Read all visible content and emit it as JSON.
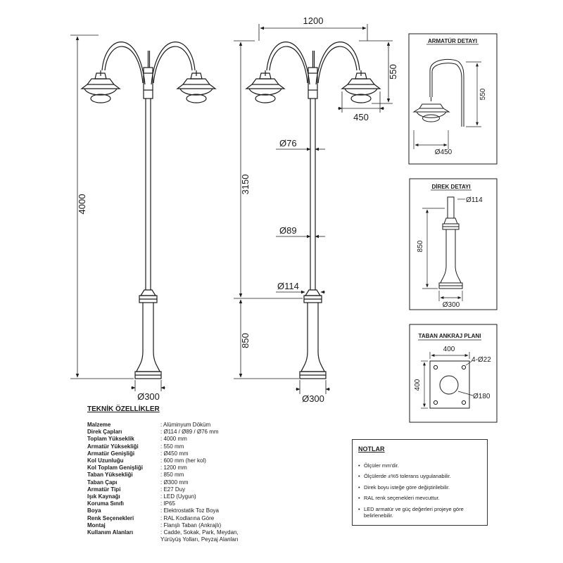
{
  "left_view": {
    "height_label": "4000",
    "base_label": "Ø300"
  },
  "right_view": {
    "width_label": "1200",
    "lamp_height_label": "550",
    "lamp_width_label": "450",
    "upper_height_label": "3150",
    "lower_height_label": "850",
    "dia_top_label": "Ø76",
    "dia_mid_label": "Ø89",
    "dia_bottom_label": "Ø114",
    "base_label": "Ø300"
  },
  "panels": {
    "armatur": {
      "title": "ARMATÜR DETAYI",
      "height_label": "550",
      "width_label": "Ø450"
    },
    "direk": {
      "title": "DİREK DETAYI",
      "top_label": "Ø114",
      "height_label": "850",
      "base_label": "Ø300"
    },
    "taban": {
      "title": "TABAN ANKRAJ PLANI",
      "width_label": "400",
      "height_label": "400",
      "hole_label": "4-Ø22",
      "center_label": "Ø180"
    }
  },
  "specs": {
    "title": "TEKNİK ÖZELLİKLER",
    "rows": [
      {
        "label": "Malzeme",
        "value": ": Alüminyum Döküm"
      },
      {
        "label": "Direk Çapları",
        "value": ": Ø114 / Ø89 / Ø76 mm"
      },
      {
        "label": "Toplam Yükseklik",
        "value": ": 4000 mm"
      },
      {
        "label": "Armatür Yüksekliği",
        "value": ": 550 mm"
      },
      {
        "label": "Armatür Genişliği",
        "value": ": Ø450 mm"
      },
      {
        "label": "Kol Uzunluğu",
        "value": ": 600 mm (her kol)"
      },
      {
        "label": "Kol Toplam Genişliği",
        "value": ": 1200 mm"
      },
      {
        "label": "Taban Yüksekliği",
        "value": ": 850 mm"
      },
      {
        "label": "Taban Çapı",
        "value": ": Ø300 mm"
      },
      {
        "label": "Armatür Tipi",
        "value": ": E27 Duy"
      },
      {
        "label": "Işık Kaynağı",
        "value": ": LED (Uygun)"
      },
      {
        "label": "Koruma Sınıfı",
        "value": ": IP65"
      },
      {
        "label": "Boya",
        "value": ": Elektrostatik Toz Boya"
      },
      {
        "label": "Renk Seçenekleri",
        "value": ": RAL Kodlarına Göre"
      },
      {
        "label": "Montaj",
        "value": ": Flanşlı Taban (Ankrajlı)"
      },
      {
        "label": "Kullanım Alanları",
        "value": ": Cadde, Sokak, Park, Meydan,"
      },
      {
        "label": "",
        "value": "  Yürüyüş Yolları, Peyzaj Alanları"
      }
    ]
  },
  "notes": {
    "title": "NOTLAR",
    "items": [
      "Ölçüler mm'dir.",
      "Ölçülerde ±%5 tolerans uygulanabilir.",
      "Direk boyu isteğe göre değiştirilebilir.",
      "RAL renk seçenekleri mevcuttur.",
      "LED armatür ve güç değerleri projeye göre belirlenebilir."
    ]
  }
}
